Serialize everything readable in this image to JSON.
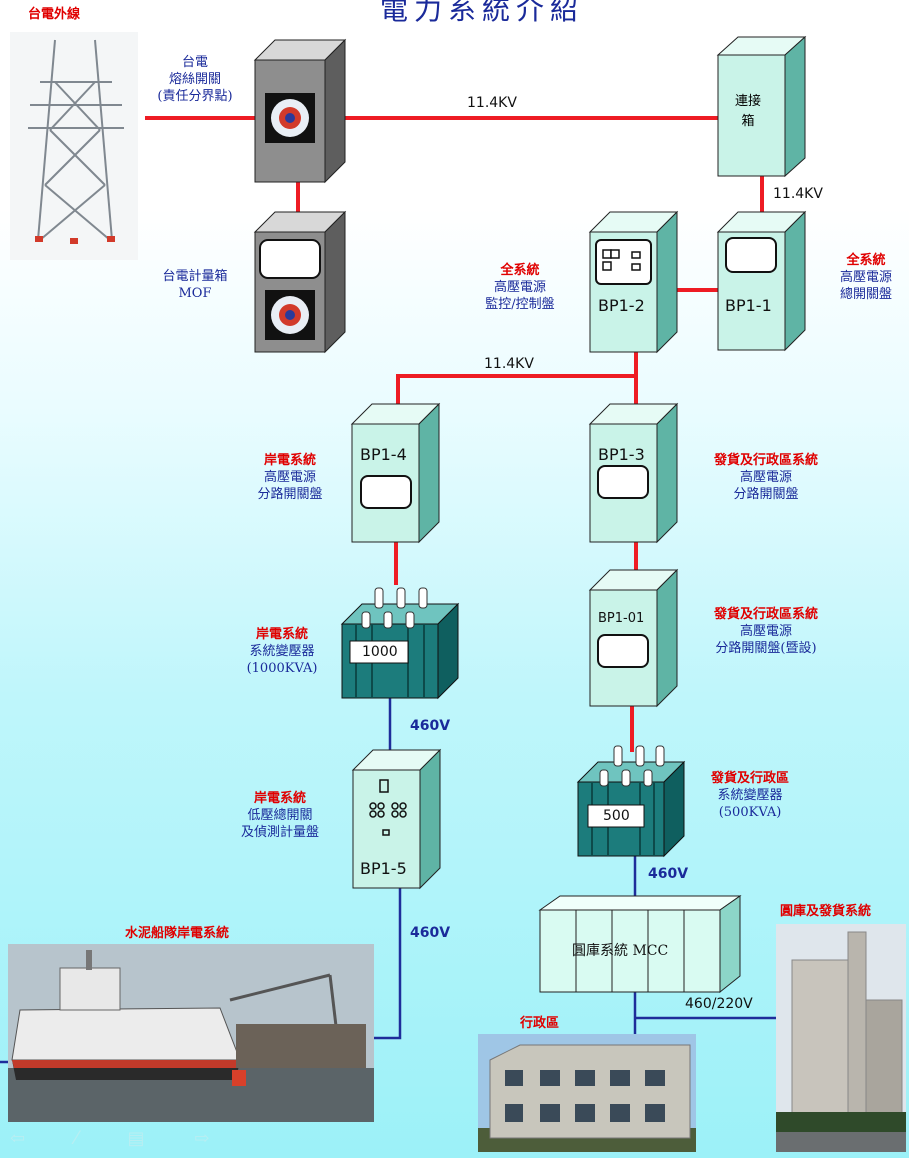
{
  "title": "電力系統介紹",
  "line_labels": {
    "main": "11.4KV",
    "to_bp11": "11.4KV",
    "branch": "11.4KV",
    "lv_shore_1": "460V",
    "lv_shore_2": "460V",
    "lv_admin": "460V",
    "admin_bus": "460/220V"
  },
  "captions": {
    "taipower_line": "台電外線",
    "fuse_switch": [
      "台電",
      "熔絲開關",
      "(責任分界點)"
    ],
    "meter_box": [
      "台電計量箱",
      "MOF"
    ],
    "junction_box": "連接箱",
    "bp11": {
      "red": "全系統",
      "blue": [
        "高壓電源",
        "總開關盤"
      ]
    },
    "bp12": {
      "red": "全系統",
      "blue": [
        "高壓電源",
        "監控/控制盤"
      ]
    },
    "bp14": {
      "red": "岸電系統",
      "blue": [
        "高壓電源",
        "分路開關盤"
      ]
    },
    "bp13": {
      "red": "發貨及行政區系統",
      "blue": [
        "高壓電源",
        "分路開關盤"
      ]
    },
    "bp101": {
      "red": "發貨及行政區系統",
      "blue": [
        "高壓電源",
        "分路開關盤(暨設)"
      ]
    },
    "tx_shore": {
      "red": "岸電系統",
      "blue": [
        "系統變壓器",
        "(1000KVA)"
      ]
    },
    "tx_admin": {
      "red": "發貨及行政區",
      "blue": [
        "系統變壓器",
        "(500KVA)"
      ]
    },
    "bp15": {
      "red": "岸電系統",
      "blue": [
        "低壓總開關",
        "及偵測計量盤"
      ]
    },
    "ship": "水泥船隊岸電系統",
    "silo": "圓庫及發貨系統",
    "office": "行政區"
  },
  "panel_tags": {
    "bp11": "BP1-1",
    "bp12": "BP1-2",
    "bp13": "BP1-3",
    "bp14": "BP1-4",
    "bp101": "BP1-01",
    "bp15": "BP1-5",
    "tx_shore": "1000",
    "tx_admin": "500",
    "mcc": "圓庫系統 MCC"
  },
  "colors": {
    "hv_line": "#ee1c24",
    "lv_line": "#1e2d9a",
    "panel_face": "#c9f3e8",
    "transformer": "#1c7c7c",
    "box_gray": "#8e8e8e"
  },
  "icons": [
    "transmission-tower-icon",
    "taipower-logo-icon",
    "ship-photo",
    "silo-photo",
    "office-photo"
  ]
}
